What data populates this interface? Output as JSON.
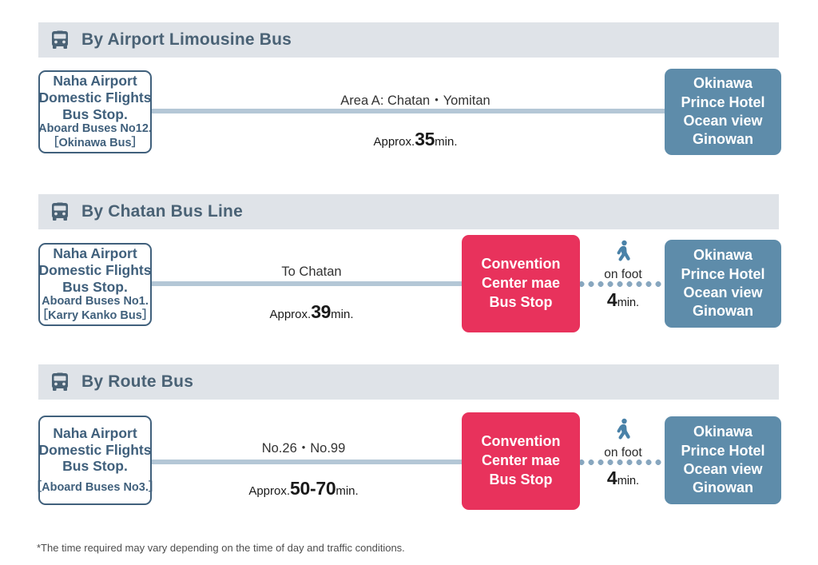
{
  "sections": [
    {
      "id": "airport-limousine-bus",
      "icon": "bus-icon",
      "title": "By Airport Limousine Bus",
      "origin": {
        "lines_large": [
          "Naha Airport",
          "Domestic Flights",
          "Bus Stop."
        ],
        "lines_small": [
          "Aboard Buses No12.",
          "［Okinawa Bus］"
        ]
      },
      "route": {
        "line_name": "Area  A: Chatan・Yomitan",
        "duration_prefix": "Approx.",
        "duration_value": "35",
        "duration_suffix": "min."
      },
      "destination": {
        "lines": [
          "Okinawa",
          "Prince Hotel",
          "Ocean view",
          "Ginowan"
        ]
      }
    },
    {
      "id": "chatan-bus-line",
      "icon": "bus-icon",
      "title": "By Chatan Bus Line",
      "origin": {
        "lines_large": [
          "Naha Airport",
          "Domestic Flights",
          "Bus Stop."
        ],
        "lines_small": [
          "Aboard Buses No1.",
          "［Karry Kanko Bus］"
        ]
      },
      "route": {
        "line_name": "To Chatan",
        "duration_prefix": "Approx.",
        "duration_value": "39",
        "duration_suffix": "min."
      },
      "transfer": {
        "lines": [
          "Convention",
          "Center mae",
          "Bus Stop"
        ]
      },
      "walk": {
        "icon": "walking-person-icon",
        "label": "on foot",
        "value": "4",
        "suffix": "min."
      },
      "destination": {
        "lines": [
          "Okinawa",
          "Prince Hotel",
          "Ocean view",
          "Ginowan"
        ]
      }
    },
    {
      "id": "route-bus",
      "icon": "bus-icon",
      "title": "By Route Bus",
      "origin": {
        "lines_large": [
          "Naha Airport",
          "Domestic Flights",
          "Bus Stop."
        ],
        "lines_small": [
          "［Aboard Buses No3.］"
        ]
      },
      "route": {
        "line_name": "No.26・No.99",
        "duration_prefix": "Approx.",
        "duration_value": "50-70",
        "duration_suffix": "min."
      },
      "transfer": {
        "lines": [
          "Convention",
          "Center mae",
          "Bus Stop"
        ]
      },
      "walk": {
        "icon": "walking-person-icon",
        "label": "on foot",
        "value": "4",
        "suffix": "min."
      },
      "destination": {
        "lines": [
          "Okinawa",
          "Prince Hotel",
          "Ocean view",
          "Ginowan"
        ]
      }
    }
  ],
  "footnote": "*The time required may vary depending on the time of day and traffic conditions.",
  "colors": {
    "header_bar": "#dfe3e8",
    "header_text": "#4a6275",
    "origin_border": "#40607c",
    "destination_bg": "#5e8caa",
    "transfer_bg": "#e8325c",
    "connector": "#b4c7d6",
    "dot": "#88a7bf"
  }
}
